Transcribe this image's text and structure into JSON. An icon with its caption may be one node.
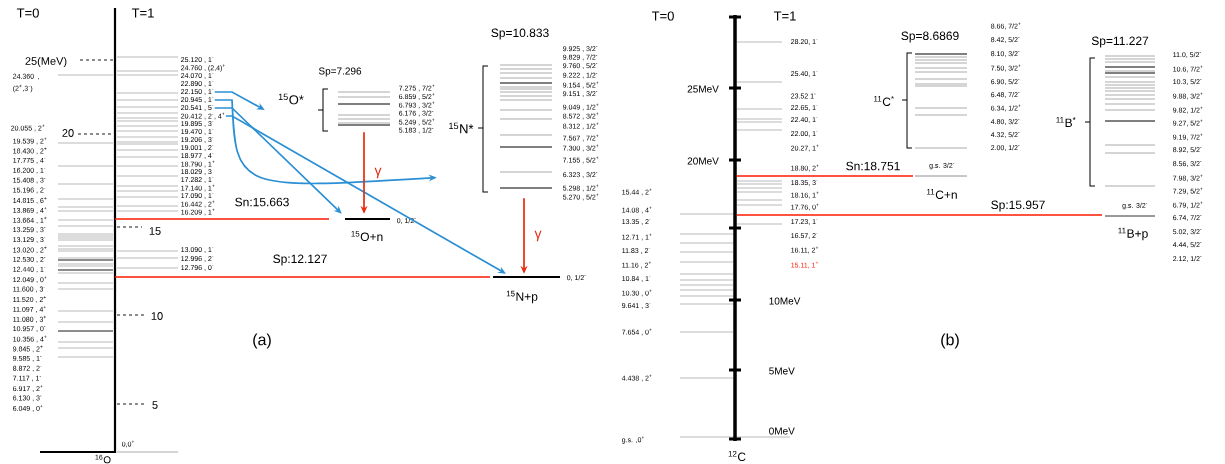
{
  "diagram": {
    "nodes": [
      {
        "text": [
          "22.150 , 1$^{-}$"
        ]
      },
      {
        "text": [
          "20.945 , 1$^{-}$"
        ]
      },
      {
        "text": [
          "20.541 , 5$^{-}$"
        ]
      },
      {
        "text": [
          "20.412 , 2$^{-}$, 4$^{+}$"
        ]
      },
      {
        "text": [
          "$^{15}$O*"
        ]
      },
      {
        "text": [
          "$^{15}$N*"
        ]
      },
      {
        "text": [
          "$^{15}$O+n"
        ],
        "beside": [
          "0, 1/2$^{-}$"
        ]
      },
      {
        "text": [
          "$^{15}$N+p"
        ],
        "beside": [
          "0, 1/2$^{-}$"
        ]
      }
    ],
    "edges": [
      {
        "from": 0,
        "to": 4,
        "arrow": "to"
      },
      {
        "from": 1,
        "to": 5,
        "arrow": "to"
      },
      {
        "from": 2,
        "to": 6,
        "arrow": "to"
      },
      {
        "from": 3,
        "to": 7,
        "arrow": "to"
      },
      {
        "from": 4,
        "to": 6,
        "arrow": "to",
        "label": "γ",
        "color": "#e62b0e"
      },
      {
        "from": 5,
        "to": 7,
        "arrow": "to",
        "label": "γ",
        "color": "#e62b0e"
      }
    ],
    "labels": [
      "T=0",
      "T=1",
      "25(MeV)",
      "24.360 , (2$^{+}$,3$^{-}$)",
      "20.055 , 2$^{+}$",
      "20",
      "19.539 , 2$^{+}$",
      "18.430 , 2$^{+}$",
      "17.775 , 4$^{-}$",
      "16.200 , 1$^{-}$",
      "15.408 , 3$^{-}$",
      "15.196 , 2$^{-}$",
      "14.815 , 6$^{+}$",
      "13.869 , 4$^{+}$",
      "13.664 , 1$^{+}$",
      "13.259 , 3$^{-}$",
      "13.129 , 3$^{-}$",
      "13.020 , 2$^{+}$",
      "12.530 , 2$^{-}$",
      "12.440 , 1$^{-}$",
      "12.049 , 0$^{+}$",
      "11.600 , 3$^{-}$",
      "11.520 , 2$^{+}$",
      "11.097 , 4$^{+}$",
      "11.080 , 3$^{+}$",
      "10.957 , 0$^{-}$",
      "10.356 , 4$^{+}$",
      "9.845 , 2$^{+}$",
      "9.585 , 1$^{-}$",
      "8.872 , 2$^{-}$",
      "7.117 , 1$^{-}$",
      "6.917 , 2$^{+}$",
      "6.130 , 3$^{-}$",
      "6.049 , 0$^{+}$",
      "15",
      "10",
      "5",
      "$^{16}$O",
      "0,0$^{+}$",
      "25.120 , 1$^{-}$",
      "24.760 , (2,4)$^{+}$",
      "24.070 , 1$^{-}$",
      "22.890 , 1$^{-}$",
      "19.895 , 3$^{-}$",
      "19.470 , 1$^{-}$",
      "19.206 , 3$^{-}$",
      "19.001 , 2$^{-}$",
      "18.977 , 4$^{-}$",
      "18.790 , 1$^{+}$",
      "18.029 , 3",
      "17.282 , 1$^{-}$",
      "17.140 , 1$^{+}$",
      "17.090 , 1$^{-}$",
      "16.442 , 2$^{+}$",
      "16.209 , 1$^{+}$",
      "13.090 , 1$^{-}$",
      "12.996 , 2$^{-}$",
      "12.796 , 0$^{-}$",
      "Sp=7.296",
      "7.275 , 7/2$^{+}$",
      "6.859 , 5/2$^{+}$",
      "6.793 , 3/2$^{+}$",
      "6.176 , 3/2$^{-}$",
      "5.249 , 5/2$^{+}$",
      "5.183 , 1/2$^{-}$",
      "Sp=10.833",
      "9.925 , 3/2$^{-}$",
      "9.829 , 7/2$^{-}$",
      "9.760 , 5/2$^{-}$",
      "9.222 , 1/2$^{-}$",
      "9.154 , 5/2$^{+}$",
      "9.151 , 3/2$^{-}$",
      "9.049 , 1/2$^{+}$",
      "8.572 , 3/2$^{+}$",
      "8.312 , 1/2$^{+}$",
      "7.567 , 7/2$^{+}$",
      "7.300 , 3/2$^{+}$",
      "7.155 , 5/2$^{+}$",
      "6.323 , 3/2$^{-}$",
      "5.298 , 1/2$^{+}$",
      "5.270 , 5/2$^{+}$",
      "Sn:15.663",
      "Sp:12.127",
      "(a)",
      "T=0",
      "T=1",
      "25MeV",
      "20MeV",
      "28.20, 1$^{-}$",
      "25.40, 1$^{-}$",
      "23.52 1$^{-}$",
      "22.65, 1$^{-}$",
      "22.40, 1$^{-}$",
      "22.00, 1$^{-}$",
      "20.27, 1$^{+}$",
      "18.80, 2$^{+}$",
      "18.35, 3$^{-}$",
      "18.16, 1$^{+}$",
      "17.76, 0$^{+}$",
      "17.23, 1$^{-}$",
      "16.57, 2$^{-}$",
      "16.11, 2$^{+}$",
      "15.11, 1$^{+}$",
      "15.44 , 2$^{+}$",
      "14.08 , 4$^{+}$",
      "13.35 , 2$^{-}$",
      "12.71 , 1$^{+}$",
      "11.83 , 2$^{-}$",
      "11.16 , 2$^{+}$",
      "10.84 , 1$^{-}$",
      "10.30 , 0$^{+}$",
      "9.641 , 3$^{-}$",
      "7.654 , 0$^{+}$",
      "4.438 , 2$^{+}$",
      "g.s. ,0$^{+}$",
      "10MeV",
      "5MeV",
      "0MeV",
      "$^{12}$C",
      "Sp=8.6869",
      "$^{11}$C$^{*}$",
      "8.66, 7/2$^{+}$",
      "8.42, 5/2$^{-}$",
      "8.10, 3/2$^{-}$",
      "7.50, 3/2$^{+}$",
      "6.90, 5/2$^{-}$",
      "6.48, 7/2$^{-}$",
      "6.34, 1/2$^{+}$",
      "4.80, 3/2$^{-}$",
      "4.32, 5/2$^{-}$",
      "2.00, 1/2$^{-}$",
      "Sn:18.751",
      "g.s. 3/2$^{-}$",
      "$^{11}$C+n",
      "Sp=11.227",
      "$^{11}$B$^{*}$",
      "11.0, 5/2$^{-}$",
      "10.6, 7/2$^{+}$",
      "10.3, 5/2$^{-}$",
      "9.88, 3/2$^{+}$",
      "9.82, 1/2$^{+}$",
      "9.27, 5/2$^{+}$",
      "9.19, 7/2$^{+}$",
      "8.92, 5/2$^{-}$",
      "8.56, 3/2$^{-}$",
      "7.98, 3/2$^{+}$",
      "7.29, 5/2$^{+}$",
      "6.79, 1/2$^{+}$",
      "6.74, 7/2$^{-}$",
      "5.02, 3/2$^{-}$",
      "4.44, 5/2$^{-}$",
      "2.12, 1/2$^{-}$",
      "Sp:15.957",
      "g.s. 3/2$^{-}$",
      "$^{11}$B+p",
      "(b)"
    ]
  }
}
